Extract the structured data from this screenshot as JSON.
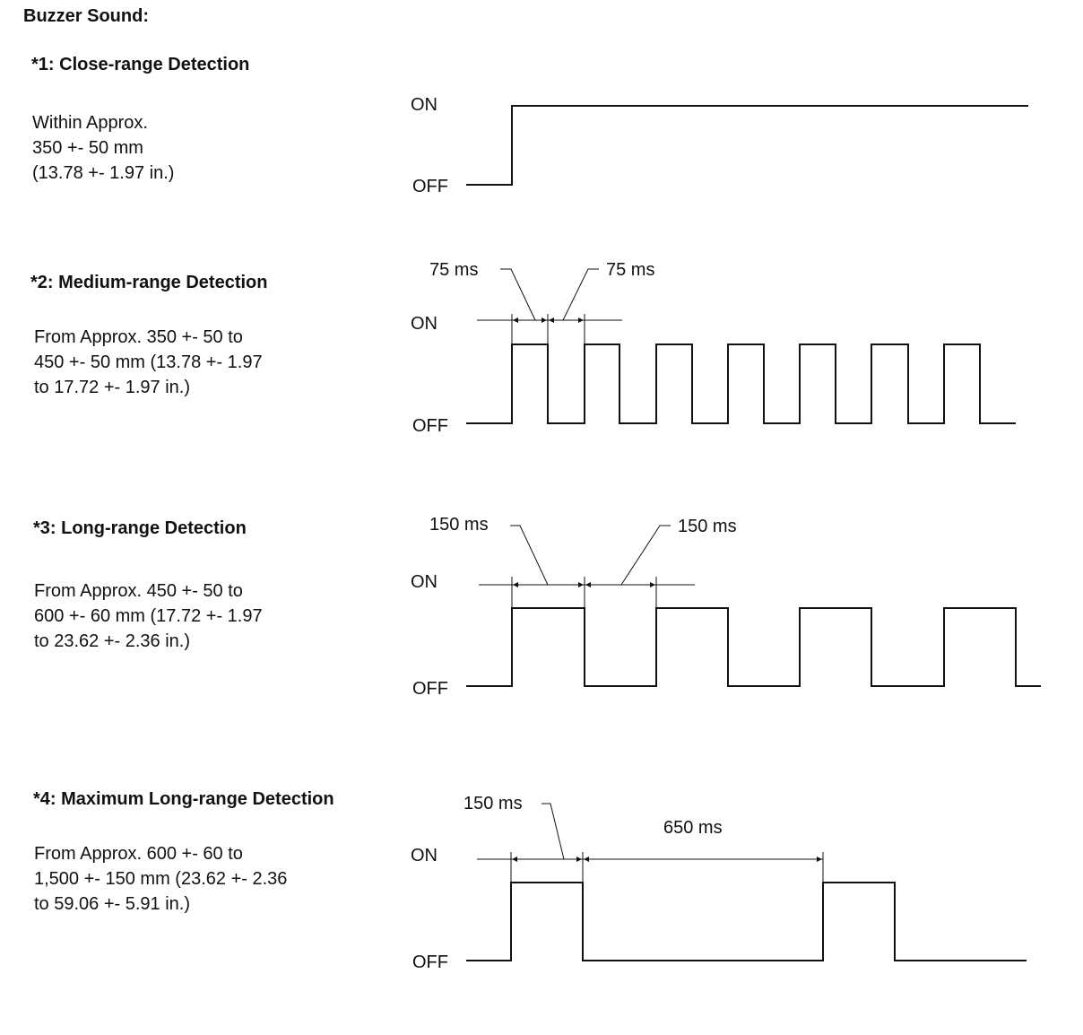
{
  "title": "Buzzer Sound:",
  "state_labels": {
    "on": "ON",
    "off": "OFF"
  },
  "sections": [
    {
      "heading": "*1: Close-range Detection",
      "description": [
        "Within Approx.",
        "350 +- 50 mm",
        "(13.78 +- 1.97 in.)"
      ],
      "timing_labels": []
    },
    {
      "heading": "*2: Medium-range Detection",
      "description": [
        "From Approx. 350 +- 50 to",
        "450 +- 50 mm (13.78 +- 1.97",
        "to 17.72 +- 1.97 in.)"
      ],
      "timing_labels": [
        "75 ms",
        "75 ms"
      ]
    },
    {
      "heading": "*3: Long-range Detection",
      "description": [
        "From Approx. 450 +- 50 to",
        "600 +- 60 mm (17.72 +- 1.97",
        "to 23.62 +- 2.36 in.)"
      ],
      "timing_labels": [
        "150 ms",
        "150 ms"
      ]
    },
    {
      "heading": "*4: Maximum Long-range Detection",
      "description": [
        "From Approx. 600 +- 60  to",
        "1,500 +- 150 mm (23.62 +- 2.36",
        "to 59.06 +- 5.91 in.)"
      ],
      "timing_labels": [
        "150 ms",
        "650 ms"
      ]
    }
  ]
}
